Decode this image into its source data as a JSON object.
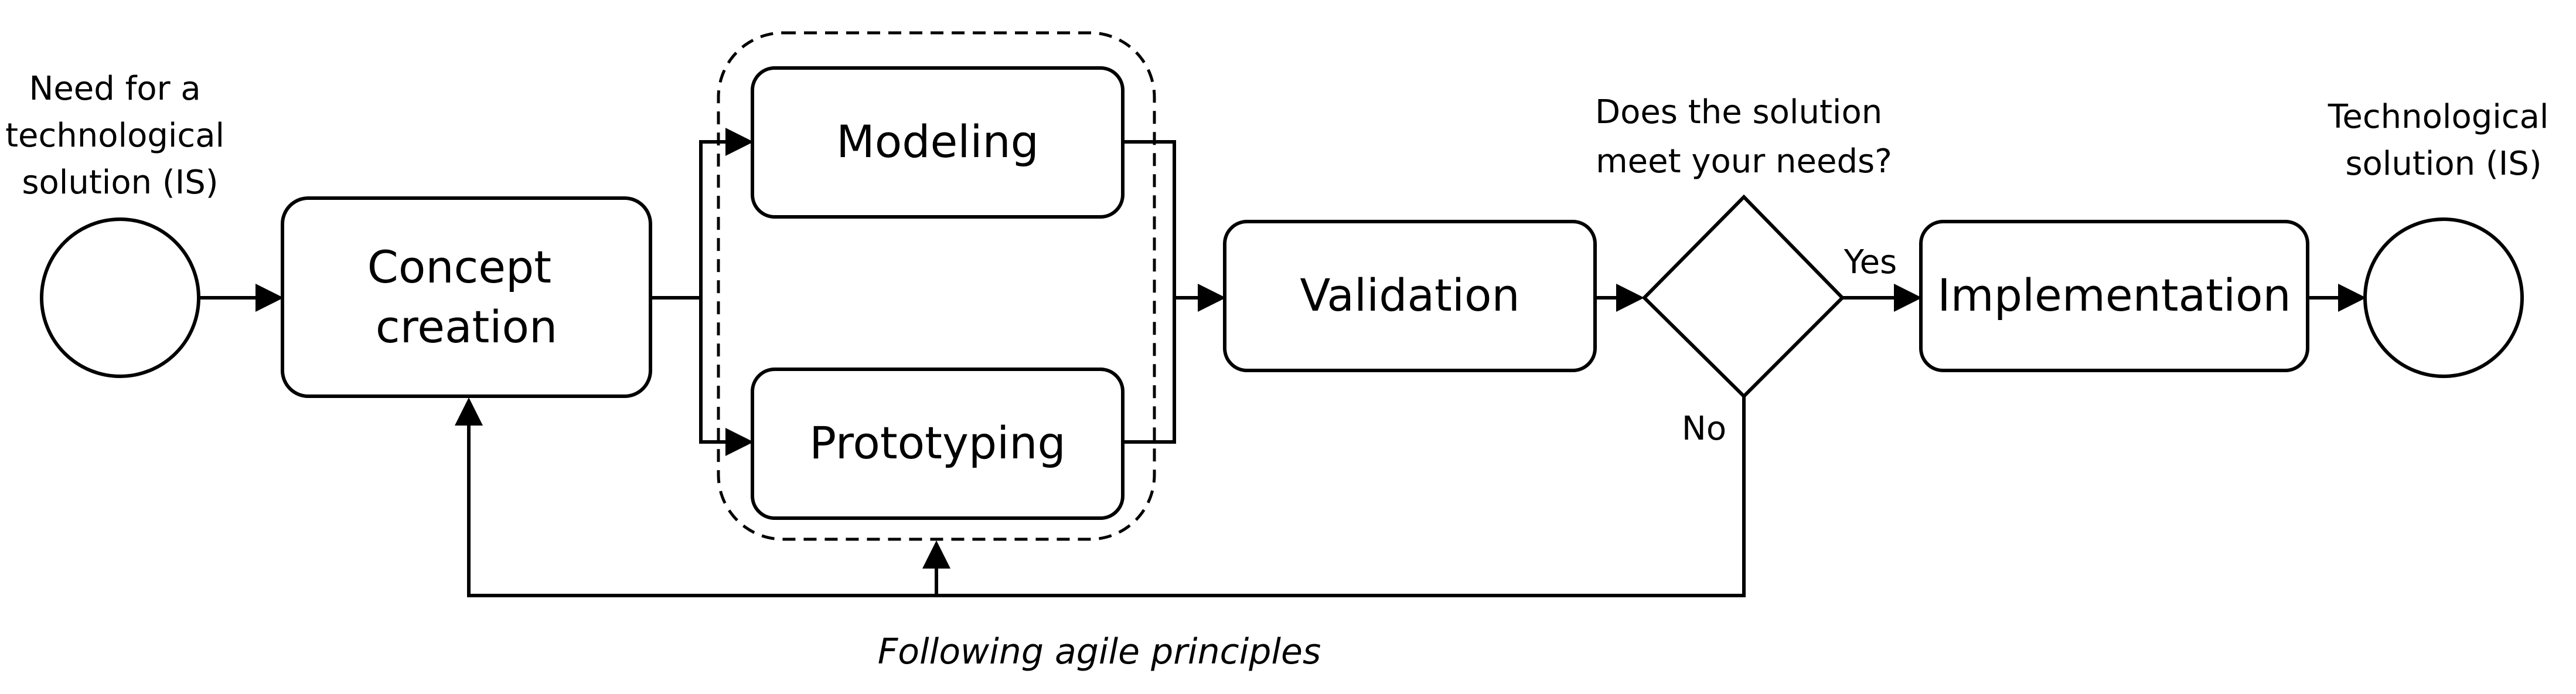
{
  "start_event": {
    "label_lines": [
      "Need for a",
      "technological",
      "solution (IS)"
    ]
  },
  "end_event": {
    "label_lines": [
      "Technological",
      "solution (IS)"
    ]
  },
  "tasks": {
    "concept": [
      "Concept",
      "creation"
    ],
    "modeling": "Modeling",
    "prototyping": "Prototyping",
    "validation": "Validation",
    "implementation": "Implementation"
  },
  "decision": {
    "question_lines": [
      "Does the solution",
      "meet your needs?"
    ],
    "yes_label": "Yes",
    "no_label": "No"
  },
  "group_caption": "Following agile principles"
}
